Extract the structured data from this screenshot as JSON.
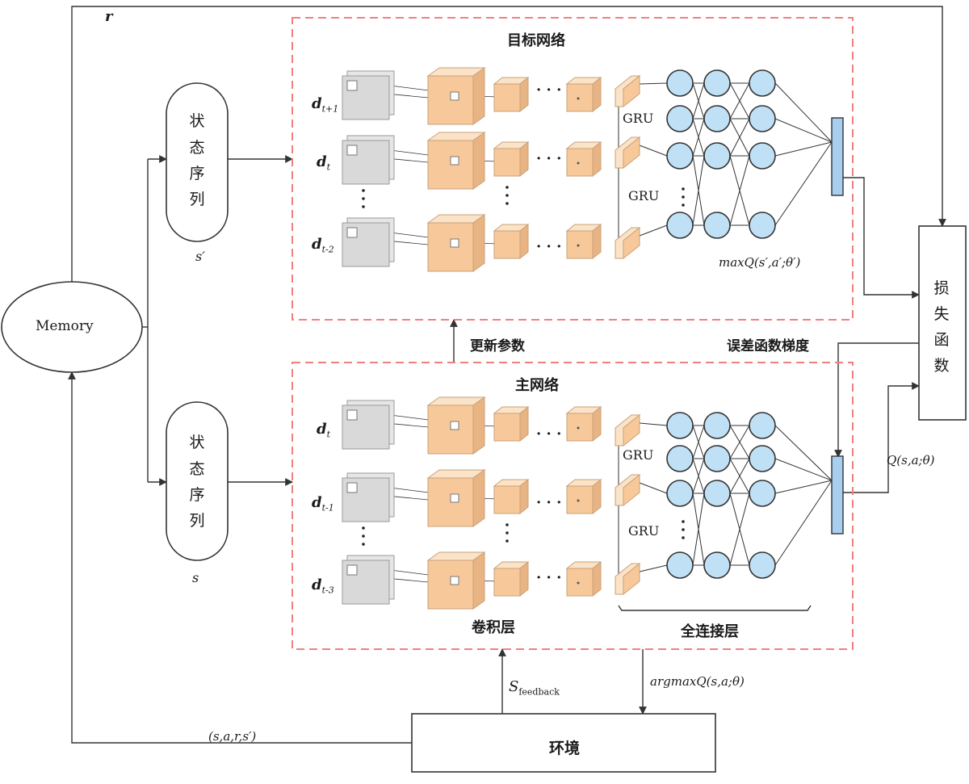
{
  "memory": "Memory",
  "reward": "r",
  "target_net_title": "目标网络",
  "main_net_title": "主网络",
  "state_seq_chars": [
    "状",
    "态",
    "序",
    "列"
  ],
  "s_prime": "s′",
  "s_label": "s",
  "target_rows": [
    {
      "d": "d",
      "sub": "t+1"
    },
    {
      "d": "d",
      "sub": "t"
    },
    {
      "d": "d",
      "sub": "t-2"
    }
  ],
  "main_rows": [
    {
      "d": "d",
      "sub": "t"
    },
    {
      "d": "d",
      "sub": "t-1"
    },
    {
      "d": "d",
      "sub": "t-3"
    }
  ],
  "gru": "GRU",
  "ellipsis_h": "· · ·",
  "max_q": "maxQ(s′,a′;θ′)",
  "q_label": "Q(s,a;θ)",
  "update_params": "更新参数",
  "error_grad": "误差函数梯度",
  "loss_chars": [
    "损",
    "失",
    "函",
    "数"
  ],
  "conv_layer": "卷积层",
  "fc_layer": "全连接层",
  "s_feedback_main": "S",
  "s_feedback_sub": "feedback",
  "argmax": "argmaxQ(s,a;θ)",
  "transition": "(s,a,r,s′)",
  "env": "环境",
  "colors": {
    "dashed_box": "#f08080",
    "neuron_fill": "#bfe0f5",
    "output_bar": "#a9cff0",
    "cube_front": "#f7c99a",
    "cube_top": "#fbe3c8",
    "cube_side": "#e8b483",
    "input_img": "#d9d9d9",
    "line": "#333333"
  }
}
